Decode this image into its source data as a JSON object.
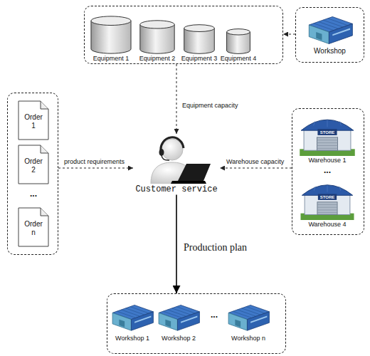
{
  "diagram": {
    "nodes": [
      {
        "text": []
      },
      {
        "text": [
          "Equipment 1"
        ],
        "in": 0
      },
      {
        "text": [
          "Equipment 2"
        ],
        "in": 0
      },
      {
        "text": [
          "Equipment 3"
        ],
        "in": 0
      },
      {
        "text": [
          "Equipment 4"
        ],
        "in": 0
      },
      {
        "text": [
          "Workshop"
        ]
      },
      {
        "text": []
      },
      {
        "text": [
          "Order 1"
        ],
        "in": 6
      },
      {
        "text": [
          "Order 2"
        ],
        "in": 6
      },
      {
        "text": [
          "Order n"
        ],
        "in": 6
      },
      {
        "text": [
          "Customer service"
        ]
      },
      {
        "text": []
      },
      {
        "text": [
          "Warehouse 1"
        ],
        "in": 11
      },
      {
        "text": [
          "Warehouse 4"
        ],
        "in": 11
      },
      {
        "text": []
      },
      {
        "text": [
          "Workshop 1"
        ],
        "in": 14
      },
      {
        "text": [
          "Workshop 2"
        ],
        "in": 14
      },
      {
        "text": [
          "Workshop n"
        ],
        "in": 14
      }
    ],
    "edges": [
      {
        "from": 5,
        "to": 0,
        "arrow": "to"
      },
      {
        "from": 0,
        "to": 10,
        "label": "Equipment capacity",
        "arrow": "to"
      },
      {
        "from": 6,
        "to": 10,
        "label": "product requirements",
        "arrow": "to"
      },
      {
        "from": 11,
        "to": 10,
        "label": "Warehouse capacity",
        "arrow": "to"
      },
      {
        "from": 10,
        "to": 14,
        "label": "Production plan",
        "arrow": "to"
      }
    ],
    "labels": [
      "...",
      "STORE",
      "...",
      "STORE",
      "..."
    ]
  }
}
